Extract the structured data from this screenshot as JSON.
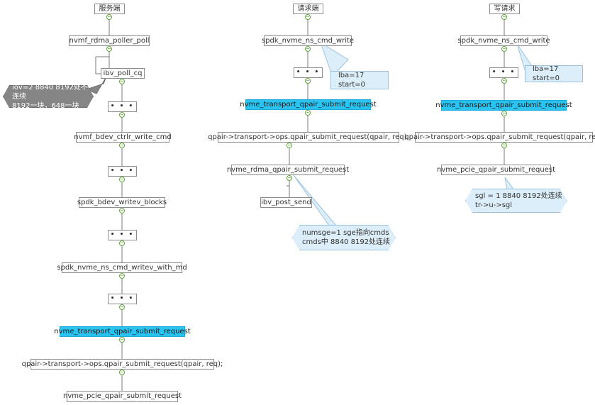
{
  "columns": {
    "server": {
      "header": "服务端",
      "nodes": {
        "n1": "nvmf_rdma_poller_poll",
        "n2": "ibv_poll_cq",
        "n3": "• • •",
        "n4": "nvmf_bdev_ctrlr_write_cmd",
        "n5": "• • •",
        "n6": "spdk_bdev_writev_blocks",
        "n7": "• • •",
        "n8": "spdk_nvme_ns_cmd_writev_with_md",
        "n9": "• • •",
        "n10": "nvme_transport_qpair_submit_request",
        "n11": "qpair->transport->ops.qpair_submit_request(qpair, req);",
        "n12": "nvme_pcie_qpair_submit_request"
      },
      "callout": "iov=2 8840 8192处不连续\n8192一块，648一块"
    },
    "client": {
      "header": "请求端",
      "nodes": {
        "n1": "spdk_nvme_ns_cmd_write",
        "n2": "• • •",
        "n3": "nvme_transport_qpair_submit_request",
        "n4": "qpair->transport->ops.qpair_submit_request(qpair, req);",
        "n5": "nvme_rdma_qpair_submit_request",
        "n6": "ibv_post_send"
      },
      "callout_lba": "lba=17 start=0",
      "callout_sge": "numsge=1 sge指向cmds\ncmds中 8840 8192处连续"
    },
    "write": {
      "header": "写请求",
      "nodes": {
        "n1": "spdk_nvme_ns_cmd_write",
        "n2": "• • •",
        "n3": "nvme_transport_qpair_submit_request",
        "n4": "qpair->transport->ops.qpair_submit_request(qpair, req)",
        "n5": "nvme_pcie_qpair_submit_request"
      },
      "callout_lba": "lba=17 start=0",
      "callout_sgl": "sgl = 1 8840 8192处连续\ntr->u->sgl"
    }
  },
  "colors": {
    "highlight": "#29c4f1",
    "connector": "#7a7a7a",
    "knob": "#60a83a",
    "callout_blue": "#dceef9",
    "callout_gray": "#858585"
  },
  "icons": {
    "collapse_knob": "minus-circle-icon"
  }
}
